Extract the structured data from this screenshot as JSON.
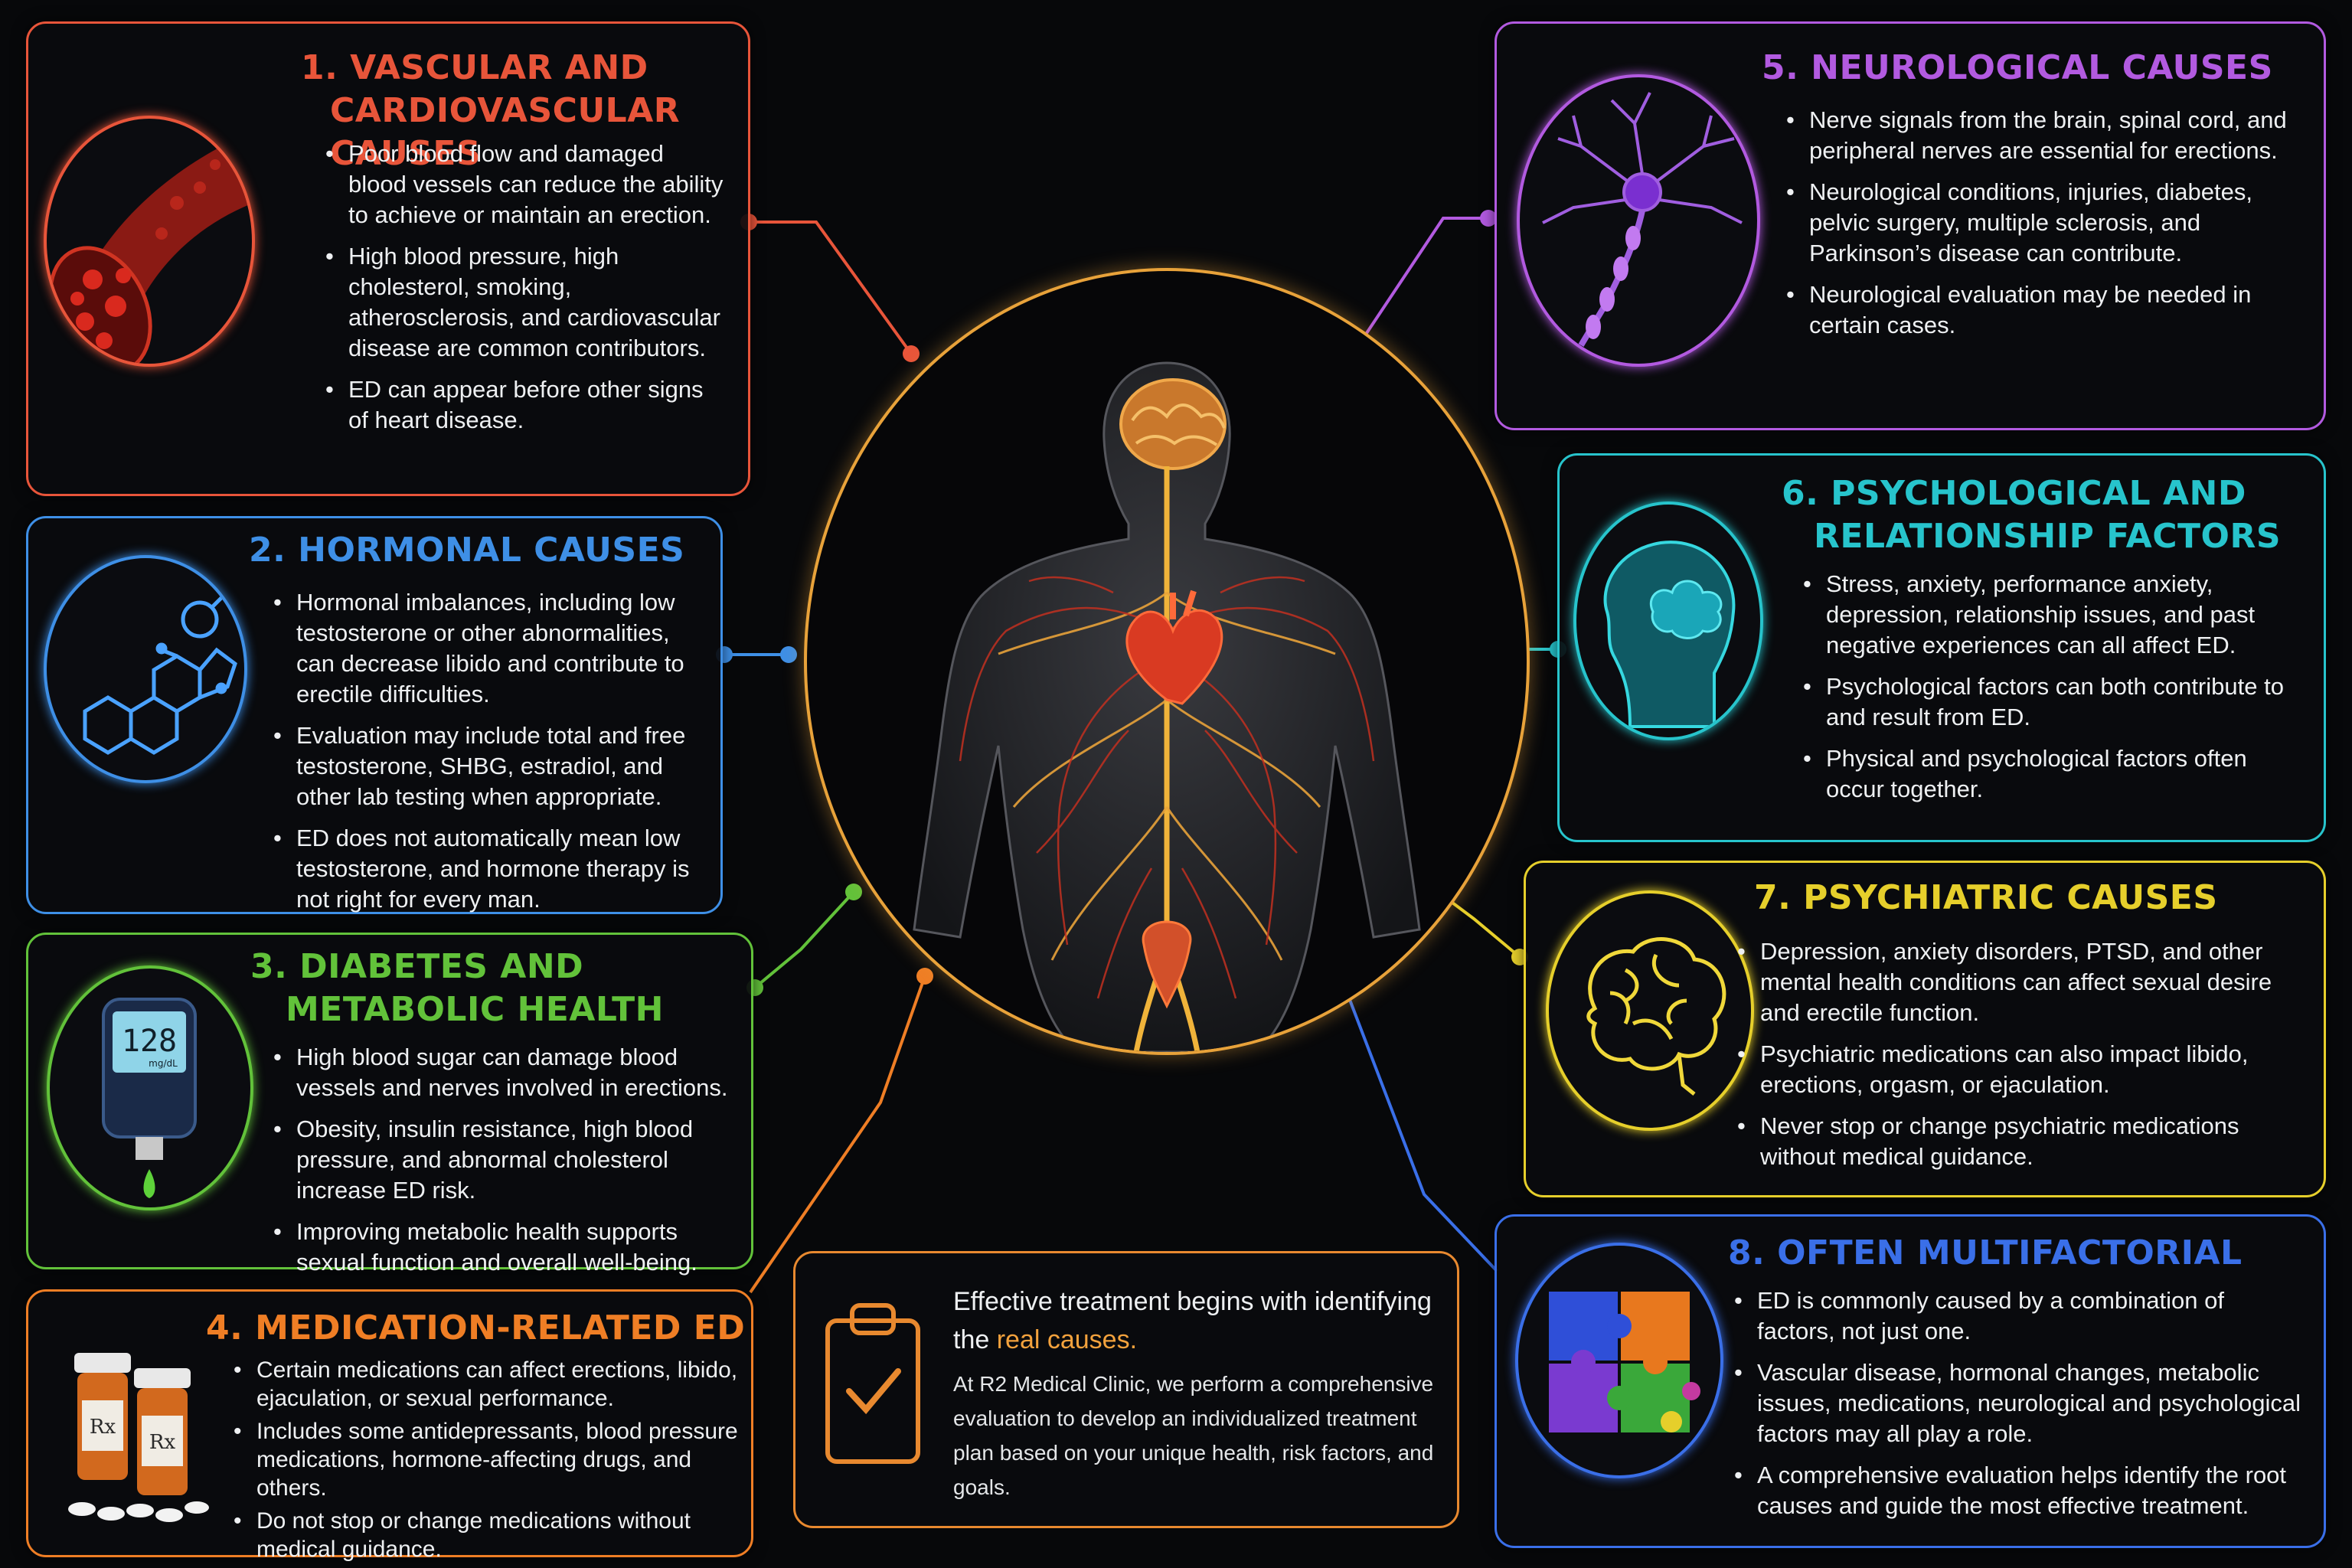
{
  "colors": {
    "vascular": "#e8553a",
    "hormonal": "#3e8fe6",
    "diabetes": "#62c23a",
    "medication": "#ef7e25",
    "neurological": "#b25ae0",
    "psychological": "#27c4cc",
    "psychiatric": "#e6cf2b",
    "multifactorial": "#3a6fe8",
    "body_ring": "#e8a23a"
  },
  "sections": {
    "vascular": {
      "number": "1.",
      "title_lines": [
        "1. Vascular and",
        "Cardiovascular Causes"
      ],
      "icon": "blood-vessel-icon",
      "bullets": [
        "Poor blood flow and damaged blood vessels can reduce the ability to achieve or maintain an erection.",
        "High blood pressure, high cholesterol, smoking, atherosclerosis, and cardiovascular disease are common contributors.",
        "ED can appear before other signs of heart disease."
      ]
    },
    "hormonal": {
      "title_lines": [
        "2. Hormonal Causes"
      ],
      "icon": "testosterone-molecule-icon",
      "bullets": [
        "Hormonal imbalances, including low testosterone or other abnormalities, can decrease libido and contribute to erectile difficulties.",
        "Evaluation may include total and free testosterone, SHBG, estradiol, and other lab testing when appropriate.",
        "ED does not automatically mean low testosterone, and hormone therapy is not right for every man."
      ]
    },
    "diabetes": {
      "title_lines": [
        "3. Diabetes and",
        "Metabolic Health"
      ],
      "icon": "glucose-meter-icon",
      "meter_value": "128",
      "meter_unit": "mg/dL",
      "bullets": [
        "High blood sugar can damage blood vessels and nerves involved in erections.",
        "Obesity, insulin resistance, high blood pressure, and abnormal cholesterol increase ED risk.",
        "Improving metabolic health supports sexual function and overall well-being."
      ]
    },
    "medication": {
      "title_lines": [
        "4. Medication-Related ED"
      ],
      "icon": "pill-bottles-icon",
      "rx_label": "Rx",
      "bullets": [
        "Certain medications can affect erections, libido, ejaculation, or sexual performance.",
        "Includes some antidepressants, blood pressure medications, hormone-affecting drugs, and others.",
        "Do not stop or change medications without medical guidance."
      ]
    },
    "neurological": {
      "title_lines": [
        "5. Neurological Causes"
      ],
      "icon": "neuron-icon",
      "bullets": [
        "Nerve signals from the brain, spinal cord, and peripheral nerves are essential for erections.",
        "Neurological conditions, injuries, diabetes, pelvic surgery, multiple sclerosis, and Parkinson’s disease can contribute.",
        "Neurological evaluation may be needed in certain cases."
      ]
    },
    "psychological": {
      "title_lines": [
        "6. Psychological and",
        "Relationship Factors"
      ],
      "icon": "head-cloud-icon",
      "bullets": [
        "Stress, anxiety, performance anxiety, depression, relationship issues, and past negative experiences can all affect ED.",
        "Psychological factors can both contribute to and result from ED.",
        "Physical and psychological factors often occur together."
      ]
    },
    "psychiatric": {
      "title_lines": [
        "7. Psychiatric Causes"
      ],
      "icon": "brain-icon",
      "bullets": [
        "Depression, anxiety disorders, PTSD, and other mental health conditions can affect sexual desire and erectile function.",
        "Psychiatric medications can also impact libido, erections, orgasm, or ejaculation.",
        "Never stop or change psychiatric medications without medical guidance."
      ]
    },
    "multifactorial": {
      "title_lines": [
        "8. Often Multifactorial"
      ],
      "icon": "puzzle-icon",
      "bullets": [
        "ED is commonly caused by a combination of factors, not just one.",
        "Vascular disease, hormonal changes, metabolic issues, medications, neurological and psychological factors may all play a role.",
        "A comprehensive evaluation helps identify the root causes and guide the most effective treatment."
      ]
    }
  },
  "center": {
    "icon": "human-anatomy-figure-icon"
  },
  "cta": {
    "icon": "clipboard-check-icon",
    "lead": "Effective treatment begins with identifying the",
    "highlight": "real causes.",
    "body": "At R2 Medical Clinic, we perform a comprehensive evaluation to develop an individualized treatment plan based on your unique health, risk factors, and goals."
  }
}
